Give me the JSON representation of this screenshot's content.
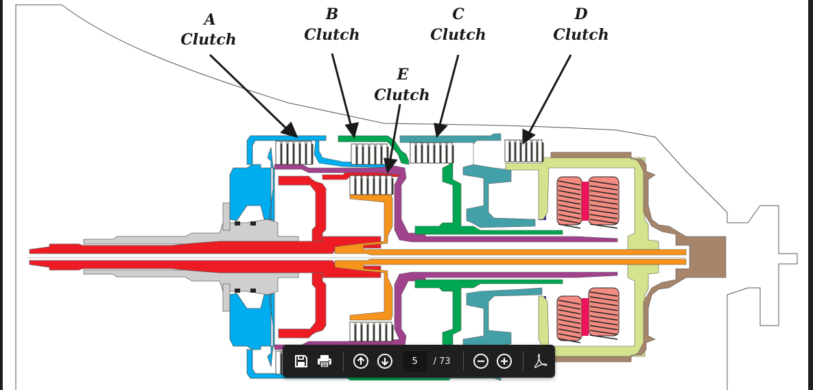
{
  "document": {
    "figure": "Transmission cross-section",
    "labels": {
      "a": {
        "letter": "A",
        "word": "Clutch"
      },
      "b": {
        "letter": "B",
        "word": "Clutch"
      },
      "c": {
        "letter": "C",
        "word": "Clutch"
      },
      "d": {
        "letter": "D",
        "word": "Clutch"
      },
      "e": {
        "letter": "E",
        "word": "Clutch"
      }
    },
    "colors": {
      "input_shaft": "#ed1c24",
      "a_clutch": "#00aeef",
      "b_clutch": "#00a651",
      "c_clutch": "#44a0a8",
      "e_clutch": "#f7941d",
      "sun_shaft": "#a0428c",
      "planet_carrier": "#d6e38e",
      "planet_gear": "#f28b82",
      "output": "#a6856a",
      "pump": "#cfcfcf",
      "seal_block": "#2e3192",
      "gear_ring": "#ed145b"
    }
  },
  "toolbar": {
    "icons": {
      "save": "save-icon",
      "print": "print-icon",
      "prev_page": "arrow-up-circle-icon",
      "next_page": "arrow-down-circle-icon",
      "zoom_out": "minus-circle-icon",
      "zoom_in": "plus-circle-icon",
      "acrobat": "acrobat-icon"
    },
    "current_page": "5",
    "total_pages": "/ 73"
  }
}
